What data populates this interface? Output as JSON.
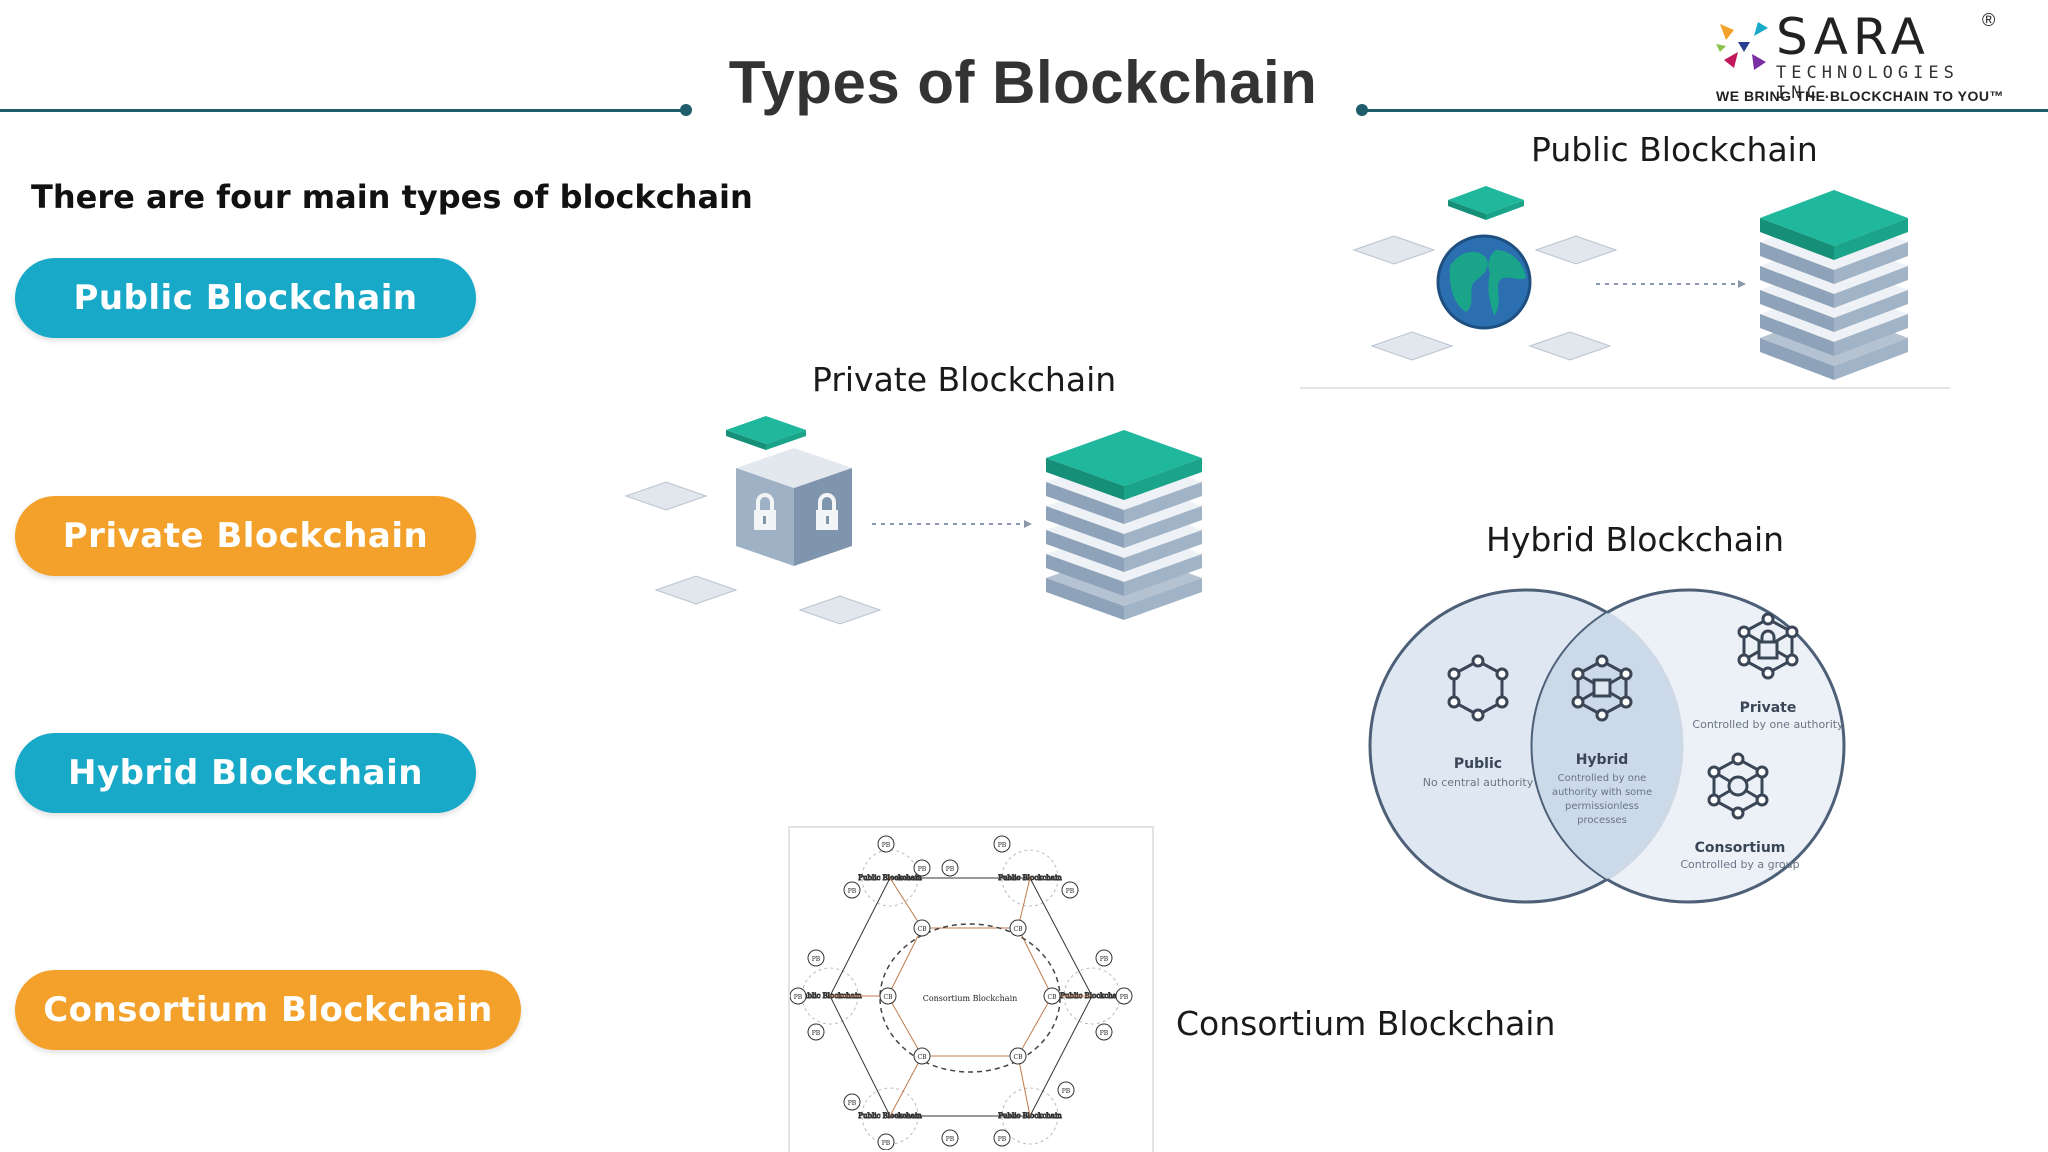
{
  "slide": {
    "title": "Types of Blockchain",
    "intro": "There are four main types of blockchain"
  },
  "logo": {
    "word": "SARA",
    "registered": "®",
    "subtitle": "TECHNOLOGIES INC.",
    "tagline": "WE BRING THE BLOCKCHAIN TO YOU™"
  },
  "buttons": [
    {
      "label": "Public Blockchain",
      "color": "#17a9c7"
    },
    {
      "label": "Private Blockchain",
      "color": "#f3a12a"
    },
    {
      "label": "Hybrid Blockchain",
      "color": "#17a9c7"
    },
    {
      "label": "Consortium Blockchain",
      "color": "#f3a12a"
    }
  ],
  "captions": {
    "public": "Public Blockchain",
    "private": "Private Blockchain",
    "hybrid": "Hybrid Blockchain",
    "consortium": "Consortium Blockchain"
  },
  "hybrid_diagram": {
    "public_title": "Public",
    "public_desc": "No central authority",
    "hybrid_title": "Hybrid",
    "hybrid_desc": [
      "Controlled by one",
      "authority with some",
      "permissionless",
      "processes"
    ],
    "private_title": "Private",
    "private_desc": "Controlled by one authority",
    "consortium_title": "Consortium",
    "consortium_desc": "Controlled by a group"
  },
  "consortium_diagram": {
    "center": "Consortium Blockchain",
    "public_label": "Public Blockchain",
    "pb": "PB",
    "cb": "CB"
  },
  "colors": {
    "teal": "#17a9c7",
    "orange": "#f3a12a",
    "rule": "#1f5d6b",
    "stack_top": "#20b89c",
    "stack_layer": "#8ea3b9",
    "globe": "#2b6fb0"
  }
}
